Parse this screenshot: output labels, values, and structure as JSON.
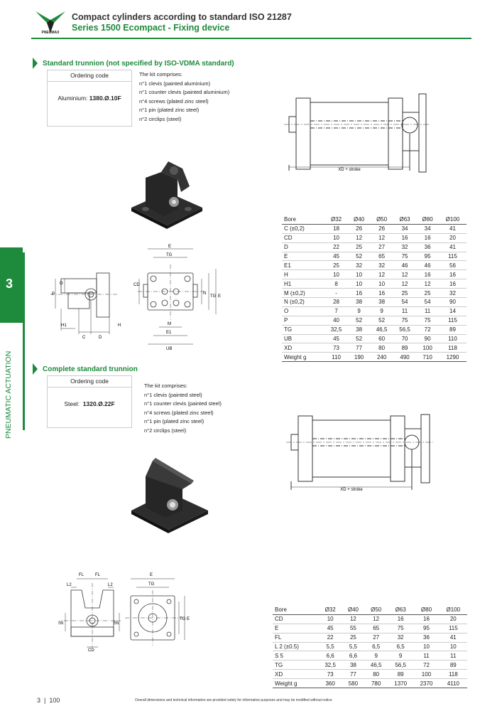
{
  "header": {
    "logo_text": "PNEUMAX",
    "title": "Compact cylinders according to standard ISO 21287",
    "subtitle": "Series 1500 Ecompact - Fixing device"
  },
  "side_tab": {
    "number": "3",
    "vertical_label": "PNEUMATIC ACTUATION"
  },
  "section1": {
    "title": "Standard trunnion (not specified by ISO-VDMA standard)",
    "ordering_head": "Ordering code",
    "ordering_material": "Aluminium:",
    "ordering_code": "1380.Ø.10F",
    "kit_title": "The kit comprises:",
    "kit_items": [
      "n°1 clevis (painted aluminium)",
      "n°1 counter clevis (painted aluminium)",
      "n°4 screws (plated zinc steel)",
      "n°1 pin (plated zinc steel)",
      "n°2 circlips (steel)"
    ],
    "stroke_label": "XD + stroke",
    "dims": {
      "E": "E",
      "TG": "TG",
      "CD": "CD",
      "N": "N",
      "TG2": "TG",
      "E2": "E",
      "M": "M",
      "E1": "E1",
      "UB": "UB",
      "P": "P",
      "O": "O",
      "H1": "H1",
      "C": "C",
      "D": "D",
      "H": "H"
    },
    "table": {
      "header": [
        "Bore",
        "Ø32",
        "Ø40",
        "Ø50",
        "Ø63",
        "Ø80",
        "Ø100"
      ],
      "rows": [
        [
          "C (±0,2)",
          "18",
          "26",
          "26",
          "34",
          "34",
          "41"
        ],
        [
          "CD",
          "10",
          "12",
          "12",
          "16",
          "16",
          "20"
        ],
        [
          "D",
          "22",
          "25",
          "27",
          "32",
          "36",
          "41"
        ],
        [
          "E",
          "45",
          "52",
          "65",
          "75",
          "95",
          "115"
        ],
        [
          "E1",
          "25",
          "32",
          "32",
          "46",
          "46",
          "56"
        ],
        [
          "H",
          "10",
          "10",
          "12",
          "12",
          "16",
          "16"
        ],
        [
          "H1",
          "8",
          "10",
          "10",
          "12",
          "12",
          "16"
        ],
        [
          "M (±0,2)",
          "-",
          "16",
          "16",
          "25",
          "25",
          "32"
        ],
        [
          "N (±0,2)",
          "28",
          "38",
          "38",
          "54",
          "54",
          "90"
        ],
        [
          "O",
          "7",
          "9",
          "9",
          "11",
          "11",
          "14"
        ],
        [
          "P",
          "40",
          "52",
          "52",
          "75",
          "75",
          "115"
        ],
        [
          "TG",
          "32,5",
          "38",
          "46,5",
          "56,5",
          "72",
          "89"
        ],
        [
          "UB",
          "45",
          "52",
          "60",
          "70",
          "90",
          "110"
        ],
        [
          "XD",
          "73",
          "77",
          "80",
          "89",
          "100",
          "118"
        ],
        [
          "Weight g",
          "110",
          "190",
          "240",
          "490",
          "710",
          "1290"
        ]
      ]
    }
  },
  "section2": {
    "title": "Complete standard trunnion",
    "ordering_head": "Ordering code",
    "ordering_material": "Steel:",
    "ordering_code": "1320.Ø.22F",
    "kit_title": "The kit comprises:",
    "kit_items": [
      "n°1 clevis (painted steel)",
      "n°1 counter clevis (painted steel)",
      "n°4 screws (plated zinc steel)",
      "n°1 pin (plated zinc steel)",
      "n°2 circlips (steel)"
    ],
    "stroke_label": "XD + stroke",
    "dims": {
      "FL1": "FL",
      "FL2": "FL",
      "L2a": "L2",
      "L2b": "L2",
      "S5a": "S5",
      "S5b": "S5",
      "CD": "CD",
      "E": "E",
      "TG": "TG",
      "TG2": "TG",
      "E2": "E"
    },
    "table": {
      "header": [
        "Bore",
        "Ø32",
        "Ø40",
        "Ø50",
        "Ø63",
        "Ø80",
        "Ø100"
      ],
      "rows": [
        [
          "CD",
          "10",
          "12",
          "12",
          "16",
          "16",
          "20"
        ],
        [
          "E",
          "45",
          "55",
          "65",
          "75",
          "95",
          "115"
        ],
        [
          "FL",
          "22",
          "25",
          "27",
          "32",
          "36",
          "41"
        ],
        [
          "L 2 (±0.5)",
          "5,5",
          "5,5",
          "6,5",
          "6,5",
          "10",
          "10"
        ],
        [
          "S 5",
          "6,6",
          "6,6",
          "9",
          "9",
          "11",
          "11"
        ],
        [
          "TG",
          "32,5",
          "38",
          "46,5",
          "56,5",
          "72",
          "89"
        ],
        [
          "XD",
          "73",
          "77",
          "80",
          "89",
          "100",
          "118"
        ],
        [
          "Weight g",
          "360",
          "580",
          "780",
          "1370",
          "2370",
          "4110"
        ]
      ]
    }
  },
  "footer": {
    "chapter": "3",
    "page": "100",
    "note": "Overall dimensions and technical information are provided solely for informative purposes and may be modified without notice"
  },
  "colors": {
    "accent": "#1e8a3c",
    "part": "#2a2a2a"
  }
}
